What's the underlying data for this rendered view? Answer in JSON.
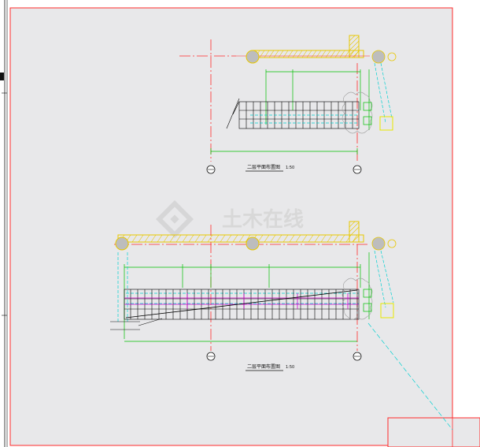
{
  "drawing": {
    "plan_top_title": "二层平面布置图",
    "plan_top_scale": "1:50",
    "plan_bottom_title": "二层平面布置图",
    "plan_bottom_scale": "1:50",
    "watermark_text": "土木在线"
  },
  "colors": {
    "border": "#ff2a2a",
    "grid_axis": "#ff2a2a",
    "dimension": "#00c000",
    "wall_hatch": "#e7c700",
    "column": "#bdbdbd",
    "beam": "#000000",
    "brace": "#cc00cc",
    "cyan_guide": "#00d0d0",
    "background": "#ffffff",
    "panel": "#e8e8ea"
  },
  "icons": {
    "watermark_logo": "diamond-logo-icon",
    "axis_bubble": "axis-bubble-icon"
  }
}
